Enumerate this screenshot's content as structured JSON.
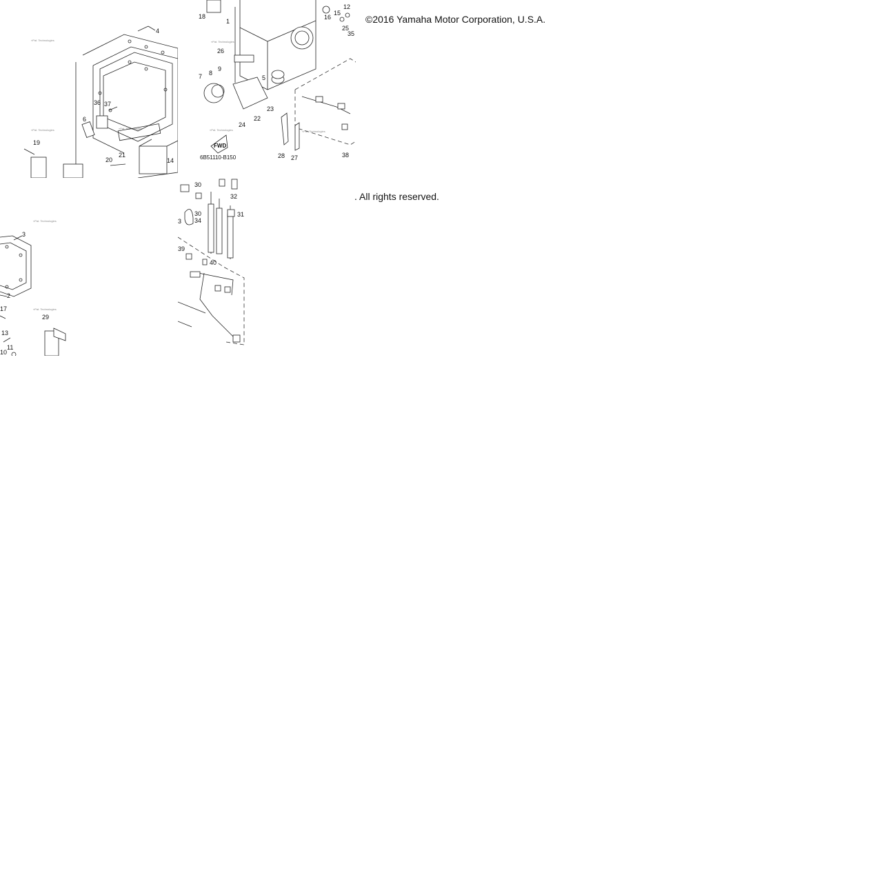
{
  "captions": {
    "copyright": "©2016 Yamaha Motor Corporation, U.S.A.",
    "rights": ". All rights reserved."
  },
  "diagram": {
    "drawing_code": "6B51110-B150",
    "fwd_label": "FWD",
    "watermark": "«Pat. Technologies",
    "tile_a_labels": [
      "4",
      "36",
      "37",
      "6",
      "19",
      "20",
      "21",
      "14"
    ],
    "tile_b_labels": [
      "18",
      "1",
      "26",
      "9",
      "7",
      "8",
      "5",
      "23",
      "22",
      "24",
      "28",
      "27",
      "38",
      "12",
      "15",
      "16",
      "25",
      "35"
    ],
    "tile_c_labels": [
      "3",
      "2",
      "17",
      "29",
      "13",
      "11",
      "10"
    ],
    "tile_d_labels": [
      "30",
      "30",
      "34",
      "32",
      "31",
      "39",
      "40",
      "3"
    ]
  }
}
